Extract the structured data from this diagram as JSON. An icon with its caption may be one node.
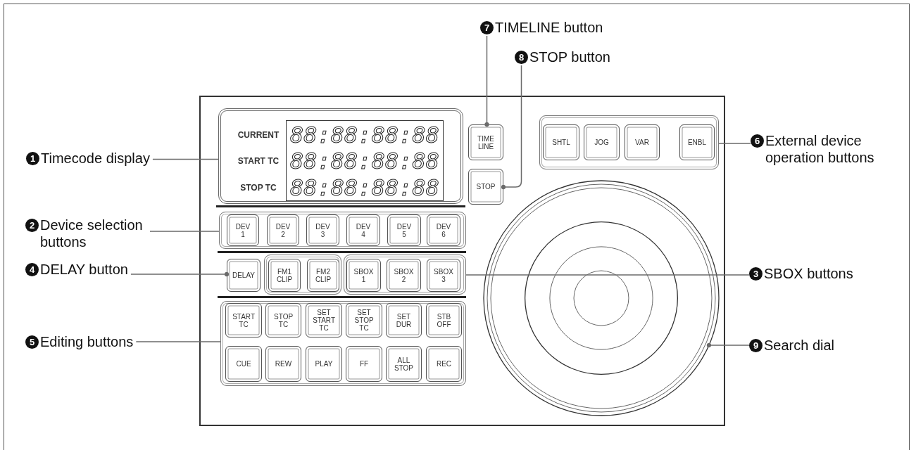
{
  "diagram": {
    "nodes": [
      {
        "text": [],
        "shape": "box"
      },
      {
        "text": [
          "CURRENT",
          "88:88:88:88",
          "START TC",
          "88:88:88:88",
          "STOP TC",
          "88:88:88:88"
        ],
        "in": 0
      },
      {
        "text": [
          "TIME LINE"
        ],
        "in": 0
      },
      {
        "text": [
          "STOP"
        ],
        "in": 0
      },
      {
        "text": [],
        "shape": "box",
        "in": 0
      },
      {
        "text": [
          "SHTL"
        ],
        "in": 4
      },
      {
        "text": [
          "JOG"
        ],
        "in": 4
      },
      {
        "text": [
          "VAR"
        ],
        "in": 4
      },
      {
        "text": [
          "ENBL"
        ],
        "in": 4
      },
      {
        "text": [],
        "shape": "box",
        "in": 0
      },
      {
        "text": [
          "DEV 1"
        ],
        "in": 9
      },
      {
        "text": [
          "DEV 2"
        ],
        "in": 9
      },
      {
        "text": [
          "DEV 3"
        ],
        "in": 9
      },
      {
        "text": [
          "DEV 4"
        ],
        "in": 9
      },
      {
        "text": [
          "DEV 5"
        ],
        "in": 9
      },
      {
        "text": [
          "DEV 6"
        ],
        "in": 9
      },
      {
        "text": [
          "DELAY"
        ],
        "in": 0
      },
      {
        "text": [],
        "shape": "box",
        "in": 0
      },
      {
        "text": [
          "FM1 CLIP"
        ],
        "in": 17
      },
      {
        "text": [
          "FM2 CLIP"
        ],
        "in": 17
      },
      {
        "text": [],
        "shape": "box",
        "in": 0
      },
      {
        "text": [
          "SBOX 1"
        ],
        "in": 20
      },
      {
        "text": [
          "SBOX 2"
        ],
        "in": 20
      },
      {
        "text": [
          "SBOX 3"
        ],
        "in": 20
      },
      {
        "text": [],
        "shape": "box",
        "in": 0
      },
      {
        "text": [
          "START TC"
        ],
        "in": 24
      },
      {
        "text": [
          "STOP TC"
        ],
        "in": 24
      },
      {
        "text": [
          "SET START TC"
        ],
        "in": 24
      },
      {
        "text": [
          "SET STOP TC"
        ],
        "in": 24
      },
      {
        "text": [
          "SET DUR"
        ],
        "in": 24
      },
      {
        "text": [
          "STB OFF"
        ],
        "in": 24
      },
      {
        "text": [
          "CUE"
        ],
        "in": 24
      },
      {
        "text": [
          "REW"
        ],
        "in": 24
      },
      {
        "text": [
          "PLAY"
        ],
        "in": 24
      },
      {
        "text": [
          "FF"
        ],
        "in": 24
      },
      {
        "text": [
          "ALL STOP"
        ],
        "in": 24
      },
      {
        "text": [
          "REC"
        ],
        "in": 24
      },
      {
        "text": [],
        "shape": "circle",
        "in": 0
      },
      {
        "text": [
          "7",
          "TIMELINE button"
        ]
      },
      {
        "text": [
          "8",
          "STOP button"
        ]
      },
      {
        "text": [
          "1",
          "Timecode display"
        ]
      },
      {
        "text": [
          "6",
          "External device operation buttons"
        ]
      },
      {
        "text": [
          "2",
          "Device selection buttons"
        ]
      },
      {
        "text": [
          "4",
          "DELAY button"
        ]
      },
      {
        "text": [
          "3",
          "SBOX buttons"
        ]
      },
      {
        "text": [
          "5",
          "Editing buttons"
        ]
      },
      {
        "text": [
          "9",
          "Search dial"
        ]
      }
    ],
    "edges": [
      {
        "from": 40,
        "to": 1,
        "arrow": "none"
      },
      {
        "from": 42,
        "to": 9,
        "arrow": "none"
      },
      {
        "from": 44,
        "to": 20,
        "arrow": "none"
      },
      {
        "from": 43,
        "to": 16,
        "arrow": "other"
      },
      {
        "from": 45,
        "to": 24,
        "arrow": "none"
      },
      {
        "from": 41,
        "to": 4,
        "arrow": "none"
      },
      {
        "from": 38,
        "to": 2,
        "arrow": "other"
      },
      {
        "from": 39,
        "to": 3,
        "arrow": "other"
      },
      {
        "from": 46,
        "to": 37,
        "arrow": "other"
      }
    ]
  }
}
